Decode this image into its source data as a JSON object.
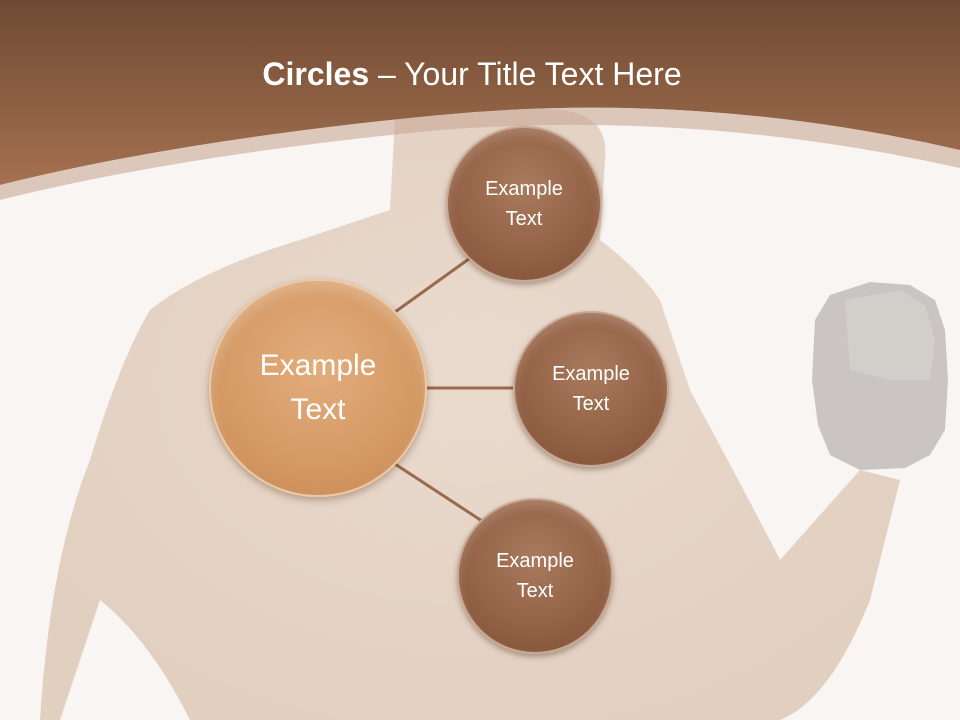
{
  "slide": {
    "title_bold": "Circles",
    "title_rest": " – Your Title Text Here"
  },
  "diagram": {
    "center": {
      "label": "Example\nText"
    },
    "nodes": [
      {
        "label": "Example\nText"
      },
      {
        "label": "Example\nText"
      },
      {
        "label": "Example\nText"
      }
    ]
  },
  "colors": {
    "header_brown": "#8c5a3a",
    "center_circle": "#d69b67",
    "outer_circles": "#956347",
    "connector": "#9a6a4c"
  }
}
